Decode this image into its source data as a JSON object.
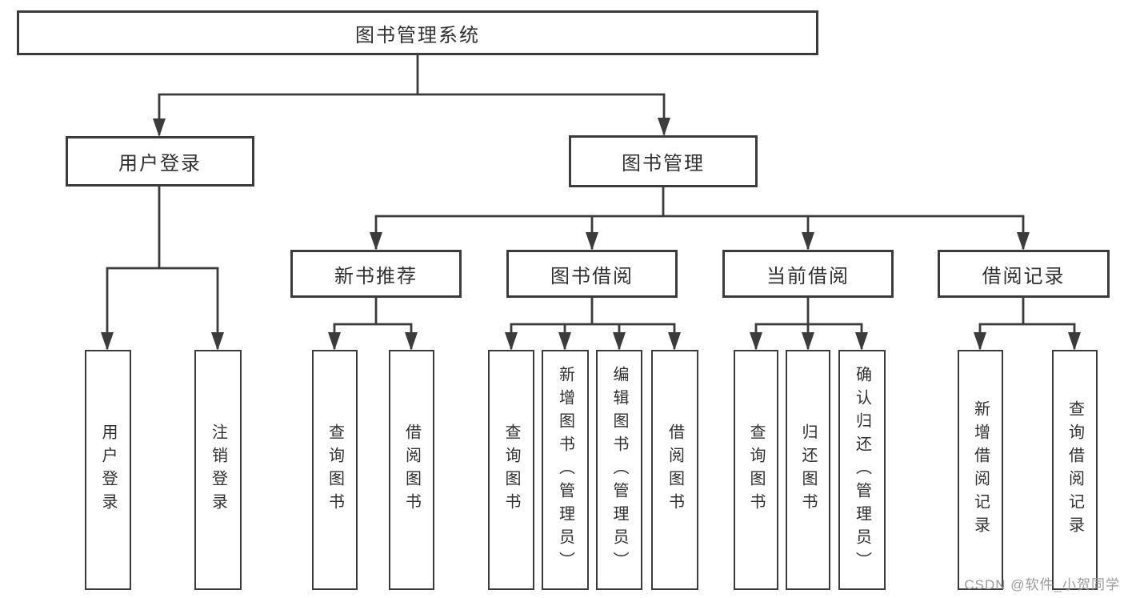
{
  "tree": {
    "root": {
      "label": "图书管理系统"
    },
    "branches": [
      {
        "label": "用户登录",
        "children": [
          {
            "label": "用户登录"
          },
          {
            "label": "注销登录"
          }
        ]
      },
      {
        "label": "图书管理",
        "children": [
          {
            "label": "新书推荐",
            "children": [
              {
                "label": "查询图书"
              },
              {
                "label": "借阅图书"
              }
            ]
          },
          {
            "label": "图书借阅",
            "children": [
              {
                "label": "查询图书"
              },
              {
                "label": "新增图书（管理员）"
              },
              {
                "label": "编辑图书（管理员）"
              },
              {
                "label": "借阅图书"
              }
            ]
          },
          {
            "label": "当前借阅",
            "children": [
              {
                "label": "查询图书"
              },
              {
                "label": "归还图书"
              },
              {
                "label": "确认归还（管理员）"
              }
            ]
          },
          {
            "label": "借阅记录",
            "children": [
              {
                "label": "新增借阅记录"
              },
              {
                "label": "查询借阅记录"
              }
            ]
          }
        ]
      }
    ]
  },
  "watermark": "CSDN @软件_小贺同学",
  "colors": {
    "line": "#3b3b3b",
    "text": "#303030",
    "background": "#ffffff",
    "watermark": "#9a9a9a"
  }
}
